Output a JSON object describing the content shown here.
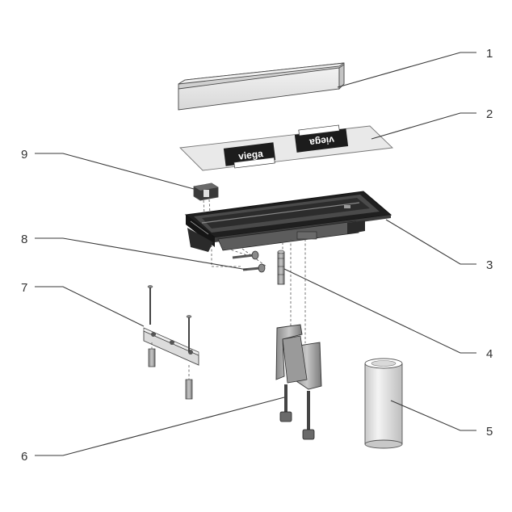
{
  "labels": {
    "p1": "1",
    "p2": "2",
    "p3": "3",
    "p4": "4",
    "p5": "5",
    "p6": "6",
    "p7": "7",
    "p8": "8",
    "p9": "9"
  },
  "brand": {
    "left": "viega",
    "right": "viega"
  },
  "colors": {
    "line": "#3a3a3a",
    "part_light": "#e6e6e6",
    "part_mid": "#b9b9b9",
    "part_dark": "#2b2b2b"
  }
}
